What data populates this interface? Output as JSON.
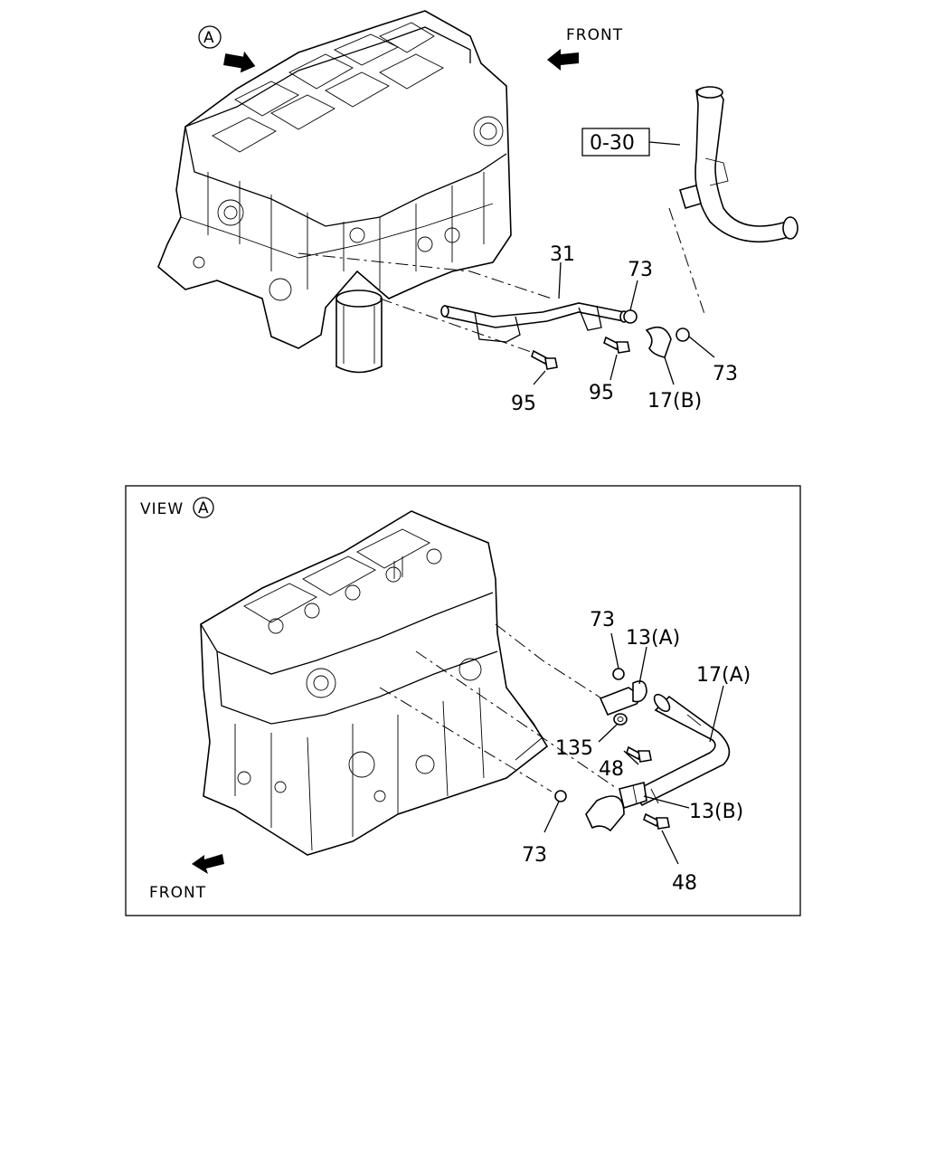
{
  "top_view": {
    "view_marker": "A",
    "front_label": "FRONT",
    "ref_box": "0-30",
    "callouts": {
      "pipe": "31",
      "clip_upper": "73",
      "clip_right": "73",
      "bolt_left": "95",
      "bolt_right": "95",
      "hose": "17(B)"
    }
  },
  "detail_view": {
    "view_title": "VIEW",
    "view_marker": "A",
    "front_label": "FRONT",
    "callouts": {
      "clip_top": "73",
      "bracket_a": "13(A)",
      "hose_a": "17(A)",
      "washer": "135",
      "bolt_upper": "48",
      "bracket_b": "13(B)",
      "clip_lower": "73",
      "bolt_lower": "48"
    }
  }
}
